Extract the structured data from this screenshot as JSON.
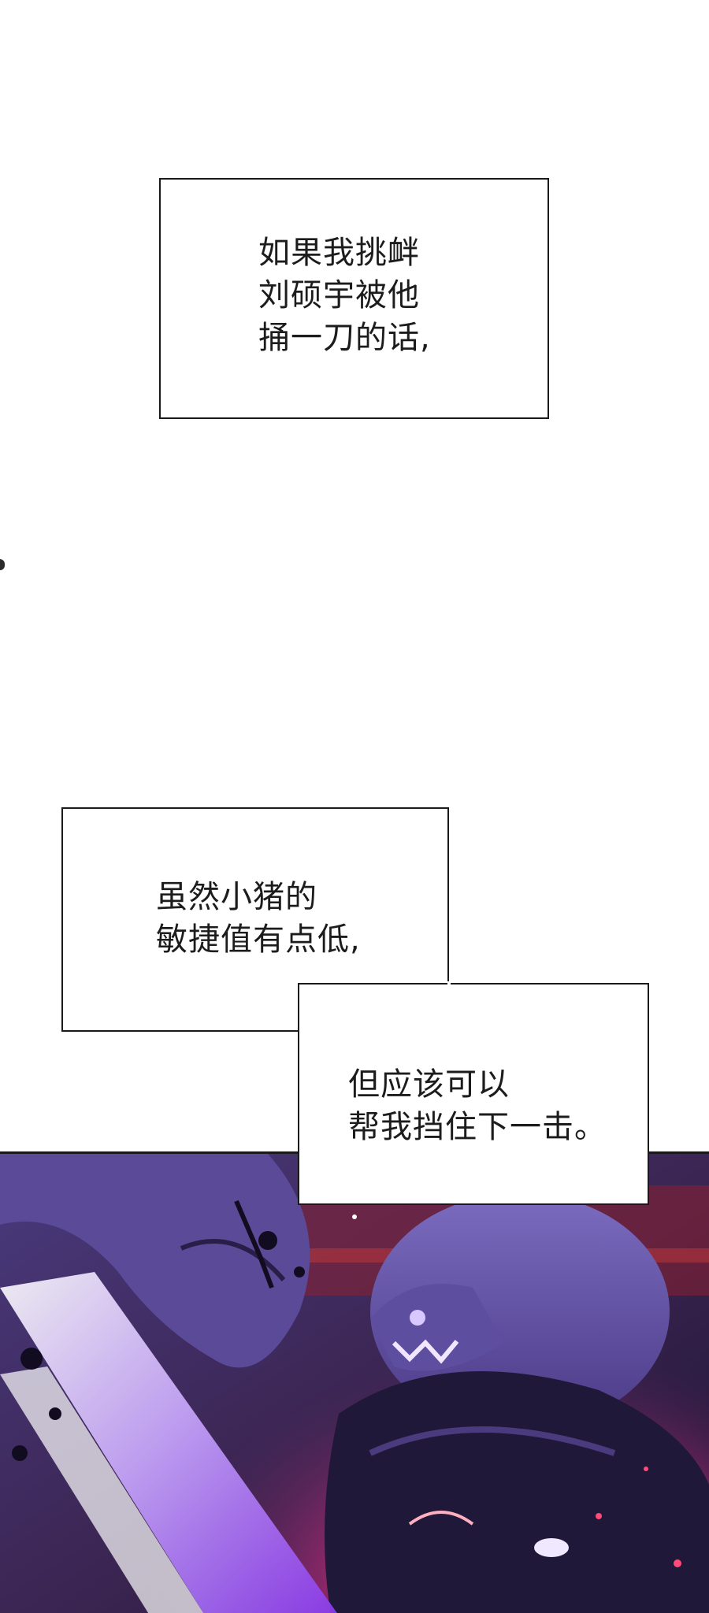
{
  "captions": [
    {
      "id": "caption-1",
      "lines": [
        "如果我挑衅",
        "刘硕宇被他",
        "捅一刀的话,"
      ]
    },
    {
      "id": "caption-2",
      "lines": [
        "虽然小猪的",
        "敏捷值有点低,"
      ]
    },
    {
      "id": "caption-3",
      "lines": [
        "但应该可以",
        "帮我挡住下一击。"
      ]
    }
  ],
  "art": {
    "scene": "comic-illustration",
    "colors": {
      "purple": "#5b4a9a",
      "violet": "#8a5cd0",
      "magenta": "#e0307a",
      "dark": "#1b1630",
      "red": "#b3243a"
    }
  }
}
